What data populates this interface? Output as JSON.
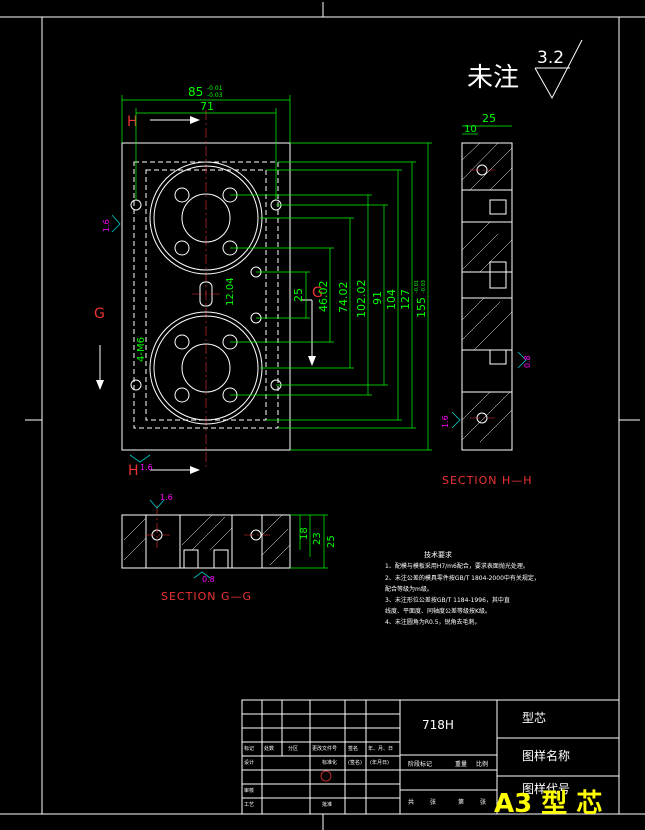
{
  "surface_note": {
    "label": "未注",
    "roughness": "3.2"
  },
  "main_view": {
    "dims_top": [
      "85",
      "71"
    ],
    "dims_top_tol": [
      "-0.01",
      "-0.03"
    ],
    "dims_right": [
      "25",
      "46.02",
      "74.02",
      "102.02",
      "91",
      "104",
      "127",
      "155"
    ],
    "dims_right_tol": [
      "-0.01",
      "-0.03"
    ],
    "dim_center": "12.04",
    "hole_note": "4-M6",
    "roughness_left": "1.6",
    "roughness_bottom": "1.6",
    "section_mark": "H",
    "section_mark_side": "G"
  },
  "section_hh": {
    "title": "SECTION H—H",
    "dims_top": [
      "10",
      "25"
    ],
    "roughness_right": "0.8",
    "roughness_left": "1.6"
  },
  "section_gg": {
    "title": "SECTION G—G",
    "dims_right": [
      "18",
      "23",
      "25"
    ],
    "roughness_top": "1.6",
    "roughness_bottom": "0.8"
  },
  "tech_notes": {
    "title": "技术要求",
    "items": [
      "1、配模与模板采用H7/m6配合，要求表面抛光处理。",
      "2、未注公差的模具零件按GB/T 1804-2000中有关规定，",
      "     配合等级为m级。",
      "3、未注形位公差按GB/T 1184-1996，其中直",
      "     线度、平面度、同轴度公差等级按K级。",
      "4、未注圆角为R0.5，锐角去毛刺。"
    ]
  },
  "title_block": {
    "material": "718H",
    "part_name": "型芯",
    "drawing_name_label": "图样名称",
    "drawing_code_label": "图样代号",
    "headers": [
      "标记",
      "处数",
      "分区",
      "更改文件号",
      "签名",
      "年、月、日"
    ],
    "row_labels": [
      "设计",
      "审核",
      "工艺"
    ],
    "std_label": "标准化",
    "sign_label": "(签名)",
    "date_label": "(年月日)",
    "approve_label": "批准",
    "stage_headers": [
      "阶段标记",
      "重量",
      "比例"
    ],
    "sheet_labels": [
      "共",
      "张",
      "第",
      "张"
    ],
    "watermark": "A3 型 芯"
  }
}
